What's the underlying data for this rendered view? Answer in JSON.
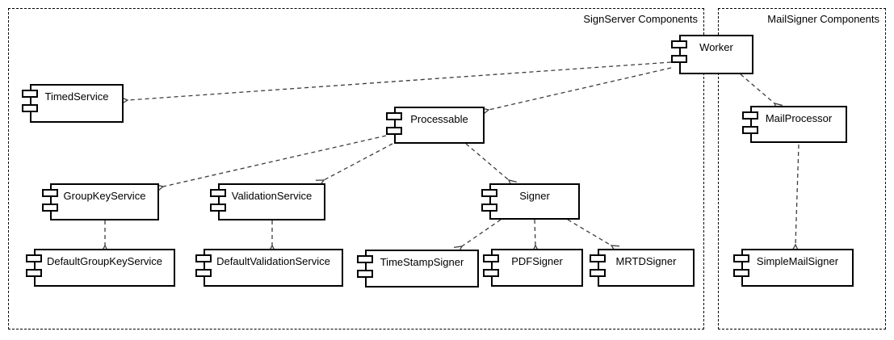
{
  "diagram": {
    "type": "uml-component-diagram",
    "colors": {
      "background": "#ffffff",
      "component_border": "#000000",
      "package_border": "#000000",
      "dependency_line": "#3c3c3c",
      "text": "#000000"
    },
    "packages": [
      {
        "label": "SignServer Components"
      },
      {
        "label": "MailSigner Components"
      }
    ],
    "components": [
      {
        "label": "Worker"
      },
      {
        "label": "TimedService"
      },
      {
        "label": "Processable"
      },
      {
        "label": "GroupKeyService"
      },
      {
        "label": "ValidationService"
      },
      {
        "label": "Signer"
      },
      {
        "label": "DefaultGroupKeyService"
      },
      {
        "label": "DefaultValidationService"
      },
      {
        "label": "TimeStampSigner"
      },
      {
        "label": "PDFSigner"
      },
      {
        "label": "MRTDSigner"
      },
      {
        "label": "MailProcessor"
      },
      {
        "label": "SimpleMailSigner"
      }
    ],
    "relationships": [
      {
        "from": "Worker",
        "to": "TimedService",
        "style": "dashed-open-arrow"
      },
      {
        "from": "Worker",
        "to": "Processable",
        "style": "dashed-open-arrow"
      },
      {
        "from": "Worker",
        "to": "MailProcessor",
        "style": "dashed-open-arrow"
      },
      {
        "from": "Processable",
        "to": "GroupKeyService",
        "style": "dashed-open-arrow"
      },
      {
        "from": "Processable",
        "to": "ValidationService",
        "style": "dashed-open-arrow"
      },
      {
        "from": "Processable",
        "to": "Signer",
        "style": "dashed-open-arrow"
      },
      {
        "from": "GroupKeyService",
        "to": "DefaultGroupKeyService",
        "style": "dashed-open-arrow"
      },
      {
        "from": "ValidationService",
        "to": "DefaultValidationService",
        "style": "dashed-open-arrow"
      },
      {
        "from": "Signer",
        "to": "TimeStampSigner",
        "style": "dashed-open-arrow"
      },
      {
        "from": "Signer",
        "to": "PDFSigner",
        "style": "dashed-open-arrow"
      },
      {
        "from": "Signer",
        "to": "MRTDSigner",
        "style": "dashed-open-arrow"
      },
      {
        "from": "MailProcessor",
        "to": "SimpleMailSigner",
        "style": "dashed-open-arrow"
      }
    ]
  }
}
